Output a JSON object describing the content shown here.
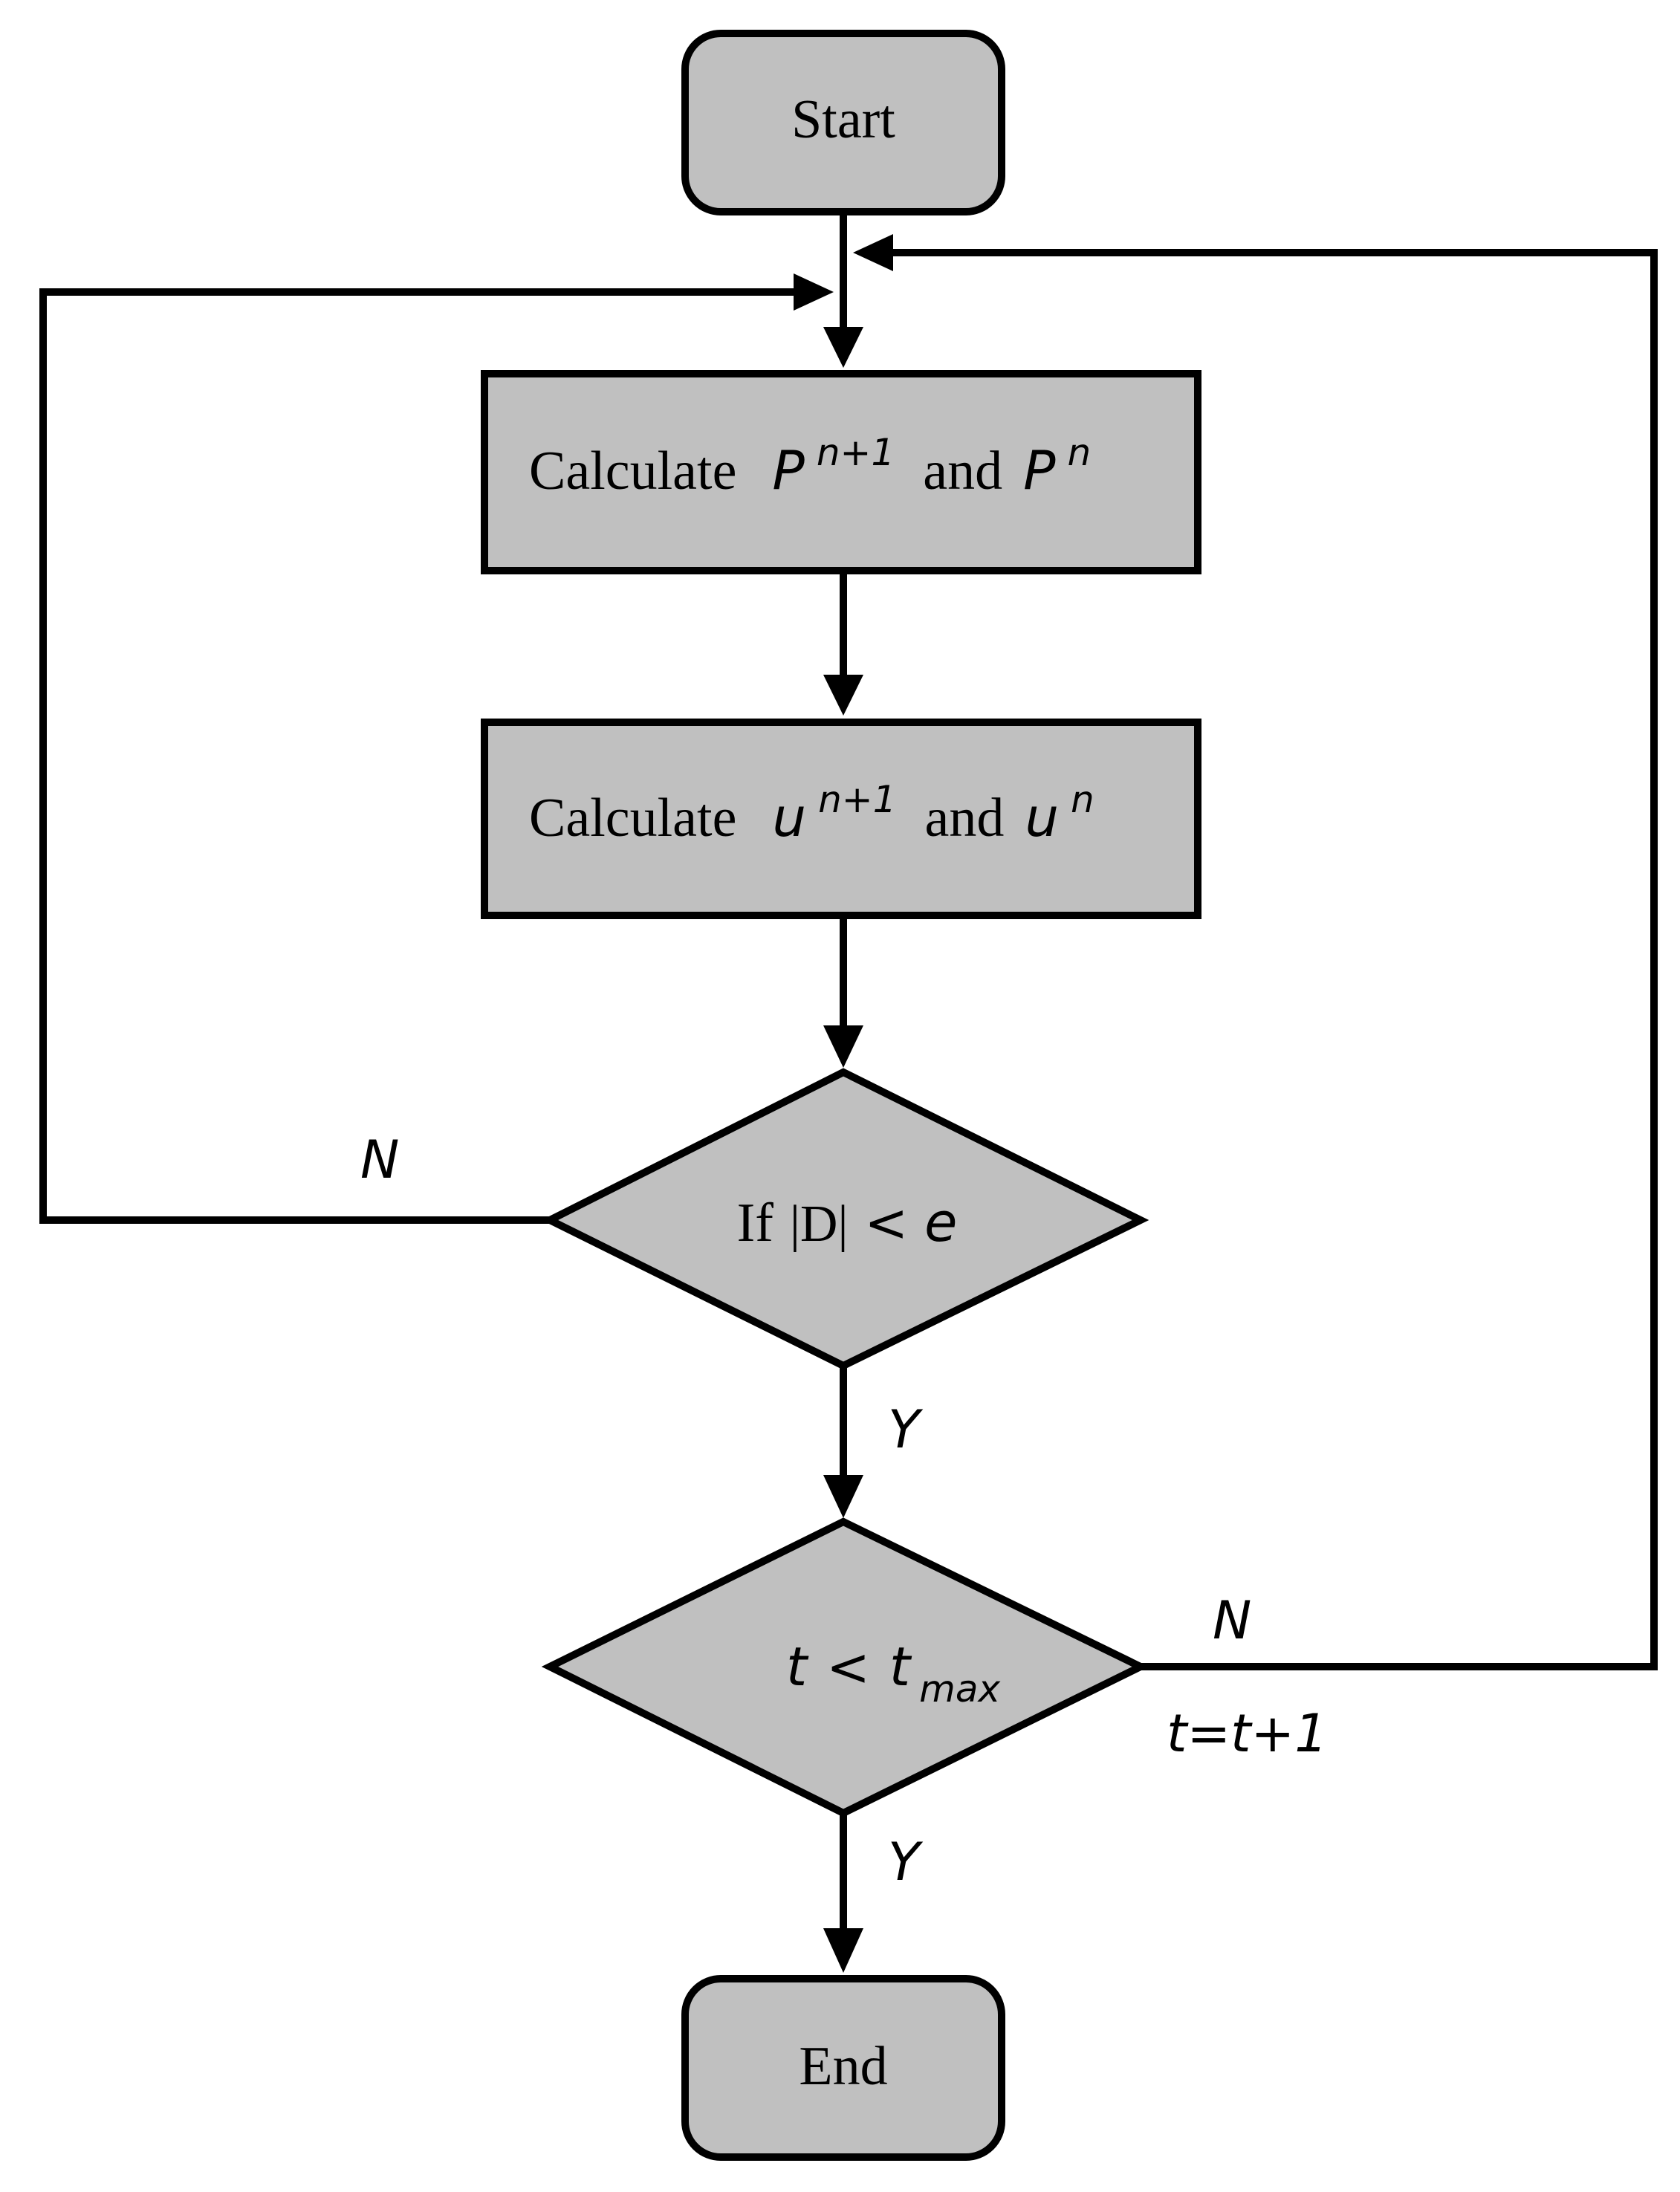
{
  "nodes": {
    "start": {
      "text": "Start"
    },
    "calc_p": {
      "prefix": "Calculate",
      "var": "P",
      "sup1": "n+1",
      "conj": "and",
      "var2": "P",
      "sup2": "n"
    },
    "calc_u": {
      "prefix": "Calculate",
      "var": "u",
      "sup1": "n+1",
      "conj": "and",
      "var2": "u",
      "sup2": "n"
    },
    "check_d": {
      "prefix": "If",
      "expr": "|D|",
      "op": "<",
      "var": "e"
    },
    "check_t": {
      "var": "t",
      "op": "<",
      "var2": "t",
      "sub": "max"
    },
    "end": {
      "text": "End"
    }
  },
  "edge_labels": {
    "d_no": "N",
    "d_yes": "Y",
    "t_no": "N",
    "t_yes": "Y",
    "t_increment": "t=t+1"
  },
  "colors": {
    "node_fill": "#c0c0c0",
    "stroke": "#000000",
    "background": "#ffffff"
  }
}
